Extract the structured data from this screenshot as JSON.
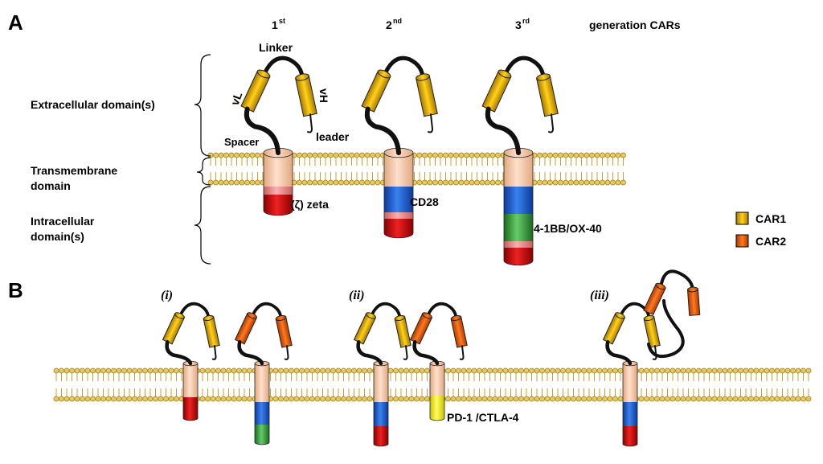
{
  "panels": {
    "a": "A",
    "b": "B"
  },
  "generations": {
    "first_num": "1",
    "first_sup": "st",
    "second_num": "2",
    "second_sup": "nd",
    "third_num": "3",
    "third_sup": "rd",
    "title": "generation CARs"
  },
  "domains": {
    "extracellular": "Extracellular domain(s)",
    "transmembrane_1": "Transmembrane",
    "transmembrane_2": "domain",
    "intracellular_1": "Intracellular",
    "intracellular_2": "domain(s)"
  },
  "parts": {
    "linker": "Linker",
    "vl": "vL",
    "vh": "vH",
    "spacer": "Spacer",
    "leader": "leader",
    "zeta": "(ζ) zeta",
    "cd28": "CD28",
    "costim": "4-1BB/OX-40",
    "checkpoint": "PD-1 /CTLA-4"
  },
  "legend": {
    "items": [
      {
        "label": "CAR1",
        "color": "#e8b400"
      },
      {
        "label": "CAR2",
        "color": "#e8641a"
      }
    ]
  },
  "roman": {
    "i": "(i)",
    "ii": "(ii)",
    "iii": "(iii)"
  },
  "colors": {
    "membrane": "#d8b850",
    "tm_body": "#f5c8a8",
    "zeta": "#cc1111",
    "cd28": "#1e63d8",
    "costim": "#33a844",
    "checkpoint": "#f5ee10",
    "stripe": "#e89090"
  }
}
